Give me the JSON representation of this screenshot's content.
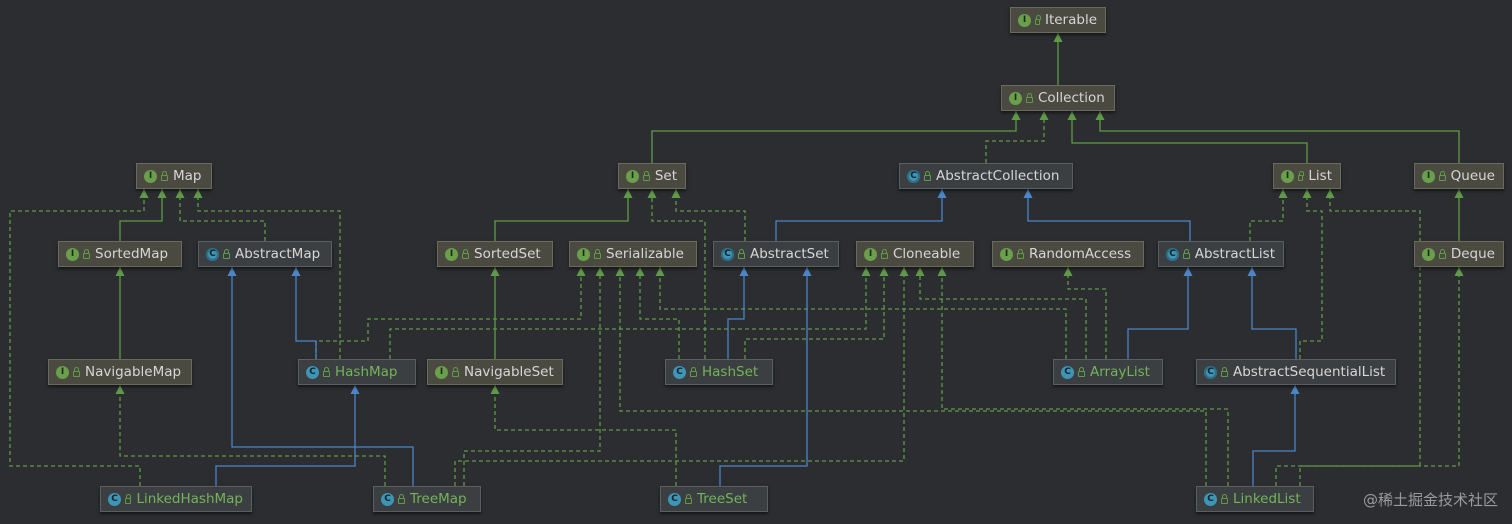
{
  "diagram": {
    "nodes": {
      "iterable": {
        "label": "Iterable",
        "kind": "interface"
      },
      "collection": {
        "label": "Collection",
        "kind": "interface"
      },
      "map": {
        "label": "Map",
        "kind": "interface"
      },
      "set": {
        "label": "Set",
        "kind": "interface"
      },
      "abstract_collection": {
        "label": "AbstractCollection",
        "kind": "abstract"
      },
      "list": {
        "label": "List",
        "kind": "interface"
      },
      "queue": {
        "label": "Queue",
        "kind": "interface"
      },
      "sorted_map": {
        "label": "SortedMap",
        "kind": "interface"
      },
      "abstract_map": {
        "label": "AbstractMap",
        "kind": "abstract"
      },
      "sorted_set": {
        "label": "SortedSet",
        "kind": "interface"
      },
      "serializable": {
        "label": "Serializable",
        "kind": "interface"
      },
      "abstract_set": {
        "label": "AbstractSet",
        "kind": "abstract"
      },
      "cloneable": {
        "label": "Cloneable",
        "kind": "interface"
      },
      "random_access": {
        "label": "RandomAccess",
        "kind": "interface"
      },
      "abstract_list": {
        "label": "AbstractList",
        "kind": "abstract"
      },
      "deque": {
        "label": "Deque",
        "kind": "interface"
      },
      "navigable_map": {
        "label": "NavigableMap",
        "kind": "interface"
      },
      "hash_map": {
        "label": "HashMap",
        "kind": "class"
      },
      "navigable_set": {
        "label": "NavigableSet",
        "kind": "interface"
      },
      "hash_set": {
        "label": "HashSet",
        "kind": "class"
      },
      "array_list": {
        "label": "ArrayList",
        "kind": "class"
      },
      "abstract_sequential_list": {
        "label": "AbstractSequentialList",
        "kind": "abstract"
      },
      "linked_hash_map": {
        "label": "LinkedHashMap",
        "kind": "class"
      },
      "tree_map": {
        "label": "TreeMap",
        "kind": "class"
      },
      "tree_set": {
        "label": "TreeSet",
        "kind": "class"
      },
      "linked_list": {
        "label": "LinkedList",
        "kind": "class"
      }
    },
    "badge_letters": {
      "interface": "I",
      "class": "C",
      "abstract": "C"
    },
    "colors": {
      "background": "#2b2d30",
      "interface_edge": "#5f9a48",
      "class_edge": "#4a86c8",
      "concrete_label": "#73b35b",
      "interface_badge": "#6a9f4c",
      "class_badge": "#3f95b5"
    }
  },
  "watermark": "@稀土掘金技术社区"
}
